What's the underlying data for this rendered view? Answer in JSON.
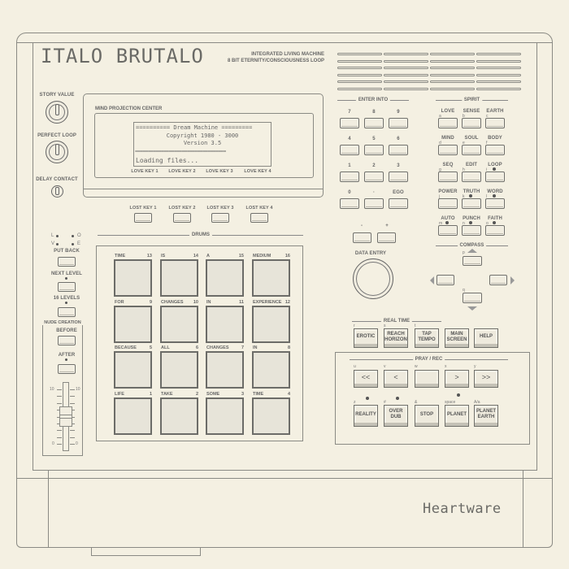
{
  "header": {
    "title": "ITALO BRUTALO",
    "subtitle_1": "INTEGRATED LIVING MACHINE",
    "subtitle_2": "8 BIT ETERNITY/CONSCIOUSNESS LOOP"
  },
  "knobs": {
    "story_value": "STORY VALUE",
    "perfect_loop": "PERFECT LOOP",
    "delay_contact": "DELAY CONTACT"
  },
  "display": {
    "title": "MIND PROJECTION CENTER",
    "lines": [
      "========== Dream Machine =========",
      "Copyright 1980 - 3000",
      "Version 3.5",
      "===================================",
      "Loading files..."
    ],
    "soft_keys": [
      "LOVE KEY 1",
      "LOVE KEY 2",
      "LOVE KEY 3",
      "LOVE KEY 4"
    ]
  },
  "lost_keys": [
    "LOST KEY 1",
    "LOST KEY 2",
    "LOST KEY 3",
    "LOST KEY 4"
  ],
  "left": {
    "indicators": [
      "L",
      "O",
      "V",
      "E"
    ],
    "put_back": "PUT BACK",
    "next_level": "NEXT LEVEL",
    "levels_16": "16 LEVELS",
    "nude_creation": "NUDE CREATION",
    "before": "BEFORE",
    "after": "AFTER",
    "slider_max": "10",
    "slider_min": "0"
  },
  "drums": {
    "title": "DRUMS",
    "pads": [
      {
        "label": "TIME",
        "number": "13"
      },
      {
        "label": "IS",
        "number": "14"
      },
      {
        "label": "A",
        "number": "15"
      },
      {
        "label": "MEDIUM",
        "number": "16"
      },
      {
        "label": "FOR",
        "number": "9"
      },
      {
        "label": "CHANGES",
        "number": "10"
      },
      {
        "label": "IN",
        "number": "11"
      },
      {
        "label": "EXPERIENCE",
        "number": "12"
      },
      {
        "label": "BECAUSE",
        "number": "5"
      },
      {
        "label": "ALL",
        "number": "6"
      },
      {
        "label": "CHANGES",
        "number": "7"
      },
      {
        "label": "IN",
        "number": "8"
      },
      {
        "label": "LIFE",
        "number": "1"
      },
      {
        "label": "TAKE",
        "number": "2"
      },
      {
        "label": "SOME",
        "number": "3"
      },
      {
        "label": "TIME",
        "number": "4"
      }
    ]
  },
  "enter_into": {
    "title": "ENTER INTO",
    "keys": [
      "7",
      "8",
      "9",
      "4",
      "5",
      "6",
      "1",
      "2",
      "3",
      "0",
      "·",
      "EGO"
    ],
    "minus": "-",
    "plus": "+"
  },
  "data_entry": "DATA ENTRY",
  "spirit": {
    "title": "SPIRIT",
    "keys": [
      {
        "label": "LOVE",
        "letter": "a",
        "led": false
      },
      {
        "label": "SENSE",
        "letter": "b",
        "led": false
      },
      {
        "label": "EARTH",
        "letter": "c",
        "led": false
      },
      {
        "label": "MIND",
        "letter": "d",
        "led": false
      },
      {
        "label": "SOUL",
        "letter": "e",
        "led": false
      },
      {
        "label": "BODY",
        "letter": "f",
        "led": false
      },
      {
        "label": "SEQ",
        "letter": "g",
        "led": false
      },
      {
        "label": "EDIT",
        "letter": "h",
        "led": false
      },
      {
        "label": "LOOP",
        "letter": "i",
        "led": true
      },
      {
        "label": "POWER",
        "letter": "j",
        "led": false
      },
      {
        "label": "TRUTH",
        "letter": "k",
        "led": true
      },
      {
        "label": "WORD",
        "letter": "l",
        "led": true
      },
      {
        "label": "AUTO",
        "letter": "m",
        "led": true
      },
      {
        "label": "PUNCH",
        "letter": "n",
        "led": true
      },
      {
        "label": "FAITH",
        "letter": "o",
        "led": true
      }
    ]
  },
  "compass": {
    "title": "COMPASS",
    "up_letter": "p",
    "down_letter": "q"
  },
  "real_time": {
    "title": "REAL TIME",
    "keys": [
      {
        "label": "EROTIC",
        "letter": "r"
      },
      {
        "label": "REACH\nHORIZON",
        "letter": "s"
      },
      {
        "label": "TAP\nTEMPO",
        "letter": "t"
      },
      {
        "label": "MAIN\nSCREEN",
        "letter": ""
      },
      {
        "label": "HELP",
        "letter": ""
      }
    ]
  },
  "pray_rec": {
    "title": "PRAY / REC",
    "transport": [
      {
        "label": "<<",
        "letter": "u"
      },
      {
        "label": "<",
        "letter": "v"
      },
      {
        "label": "",
        "letter": "w"
      },
      {
        "label": ">",
        "letter": "x"
      },
      {
        "label": ">>",
        "letter": "y"
      }
    ],
    "keys": [
      {
        "label": "REALITY",
        "letter": "z",
        "led": true
      },
      {
        "label": "OVER\nDUB",
        "letter": "#",
        "led": true
      },
      {
        "label": "STOP",
        "letter": "&",
        "led": false
      },
      {
        "label": "PLANET",
        "letter": "space",
        "led": true
      },
      {
        "label": "PLANET\nEARTH",
        "letter": "A/a",
        "led": false
      }
    ]
  },
  "brand": "Heartware"
}
